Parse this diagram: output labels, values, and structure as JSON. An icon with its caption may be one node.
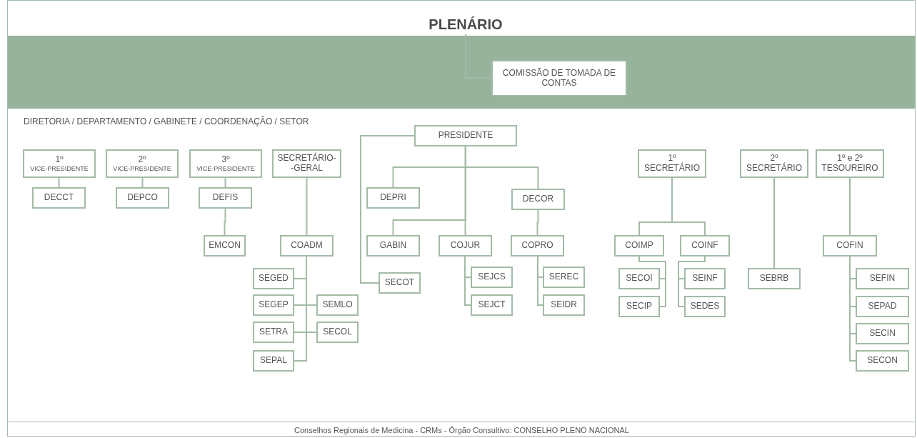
{
  "diagram": {
    "caption": "Conselhos Regionais de Medicina - CRMs - Órgão Consultivo: CONSELHO PLENO NACIONAL",
    "nodes": [
      {
        "text": [
          "PLENÁRIO"
        ]
      },
      {
        "text": [
          "COMISSÃO DE TOMADA DE CONTAS"
        ]
      },
      {
        "text": [
          "1º",
          "VICE-PRESIDENTE"
        ]
      },
      {
        "text": [
          "DECCT"
        ]
      },
      {
        "text": [
          "2º",
          "VICE-PRESIDENTE"
        ]
      },
      {
        "text": [
          "DEPCO"
        ]
      },
      {
        "text": [
          "3º",
          "VICE-PRESIDENTE"
        ]
      },
      {
        "text": [
          "DEFIS"
        ]
      },
      {
        "text": [
          "EMCON"
        ]
      },
      {
        "text": [
          "SECRETÁRIO- -GERAL"
        ]
      },
      {
        "text": [
          "COADM"
        ]
      },
      {
        "text": [
          "SEGED"
        ]
      },
      {
        "text": [
          "SEGEP"
        ]
      },
      {
        "text": [
          "SEMLO"
        ]
      },
      {
        "text": [
          "SETRA"
        ]
      },
      {
        "text": [
          "SECOL"
        ]
      },
      {
        "text": [
          "SEPAL"
        ]
      },
      {
        "text": [
          "PRESIDENTE"
        ]
      },
      {
        "text": [
          "DEPRI"
        ]
      },
      {
        "text": [
          "DECOR"
        ]
      },
      {
        "text": [
          "GABIN"
        ]
      },
      {
        "text": [
          "COJUR"
        ]
      },
      {
        "text": [
          "COPRO"
        ]
      },
      {
        "text": [
          "SECOT"
        ]
      },
      {
        "text": [
          "SEJCS"
        ]
      },
      {
        "text": [
          "SEJCT"
        ]
      },
      {
        "text": [
          "SEREC"
        ]
      },
      {
        "text": [
          "SEIDR"
        ]
      },
      {
        "text": [
          "1º SECRETÁRIO"
        ]
      },
      {
        "text": [
          "COIMP"
        ]
      },
      {
        "text": [
          "COINF"
        ]
      },
      {
        "text": [
          "SECOI"
        ]
      },
      {
        "text": [
          "SECIP"
        ]
      },
      {
        "text": [
          "SEINF"
        ]
      },
      {
        "text": [
          "SEDES"
        ]
      },
      {
        "text": [
          "2º SECRETÁRIO"
        ]
      },
      {
        "text": [
          "SEBRB"
        ]
      },
      {
        "text": [
          "1º e 2º TESOUREIRO"
        ]
      },
      {
        "text": [
          "COFIN"
        ]
      },
      {
        "text": [
          "SEFIN"
        ]
      },
      {
        "text": [
          "SEPAD"
        ]
      },
      {
        "text": [
          "SECIN"
        ]
      },
      {
        "text": [
          "SECON"
        ]
      }
    ],
    "edges": [
      {
        "from": 0,
        "to": 1,
        "arrow": "none"
      },
      {
        "from": 2,
        "to": 3,
        "arrow": "none"
      },
      {
        "from": 4,
        "to": 5,
        "arrow": "none"
      },
      {
        "from": 6,
        "to": 7,
        "arrow": "none"
      },
      {
        "from": 7,
        "to": 8,
        "arrow": "none"
      },
      {
        "from": 9,
        "to": 10,
        "arrow": "none"
      },
      {
        "from": 10,
        "to": 11,
        "arrow": "none"
      },
      {
        "from": 10,
        "to": 12,
        "arrow": "none"
      },
      {
        "from": 10,
        "to": 13,
        "arrow": "none"
      },
      {
        "from": 10,
        "to": 14,
        "arrow": "none"
      },
      {
        "from": 10,
        "to": 15,
        "arrow": "none"
      },
      {
        "from": 10,
        "to": 16,
        "arrow": "none"
      },
      {
        "from": 17,
        "to": 18,
        "arrow": "none"
      },
      {
        "from": 17,
        "to": 19,
        "arrow": "none"
      },
      {
        "from": 17,
        "to": 20,
        "arrow": "none"
      },
      {
        "from": 17,
        "to": 21,
        "arrow": "none"
      },
      {
        "from": 17,
        "to": 23,
        "arrow": "none"
      },
      {
        "from": 19,
        "to": 22,
        "arrow": "none"
      },
      {
        "from": 21,
        "to": 24,
        "arrow": "none"
      },
      {
        "from": 21,
        "to": 25,
        "arrow": "none"
      },
      {
        "from": 22,
        "to": 26,
        "arrow": "none"
      },
      {
        "from": 22,
        "to": 27,
        "arrow": "none"
      },
      {
        "from": 28,
        "to": 29,
        "arrow": "none"
      },
      {
        "from": 28,
        "to": 30,
        "arrow": "none"
      },
      {
        "from": 29,
        "to": 31,
        "arrow": "none"
      },
      {
        "from": 29,
        "to": 32,
        "arrow": "none"
      },
      {
        "from": 30,
        "to": 33,
        "arrow": "none"
      },
      {
        "from": 30,
        "to": 34,
        "arrow": "none"
      },
      {
        "from": 35,
        "to": 36,
        "arrow": "none"
      },
      {
        "from": 37,
        "to": 38,
        "arrow": "none"
      },
      {
        "from": 38,
        "to": 39,
        "arrow": "none"
      },
      {
        "from": 38,
        "to": 40,
        "arrow": "none"
      },
      {
        "from": 38,
        "to": 41,
        "arrow": "none"
      },
      {
        "from": 38,
        "to": 42,
        "arrow": "none"
      }
    ],
    "labels": [
      "DIRETORIA / DEPARTAMENTO / GABINETE / COORDENAÇÃO / SETOR"
    ]
  }
}
